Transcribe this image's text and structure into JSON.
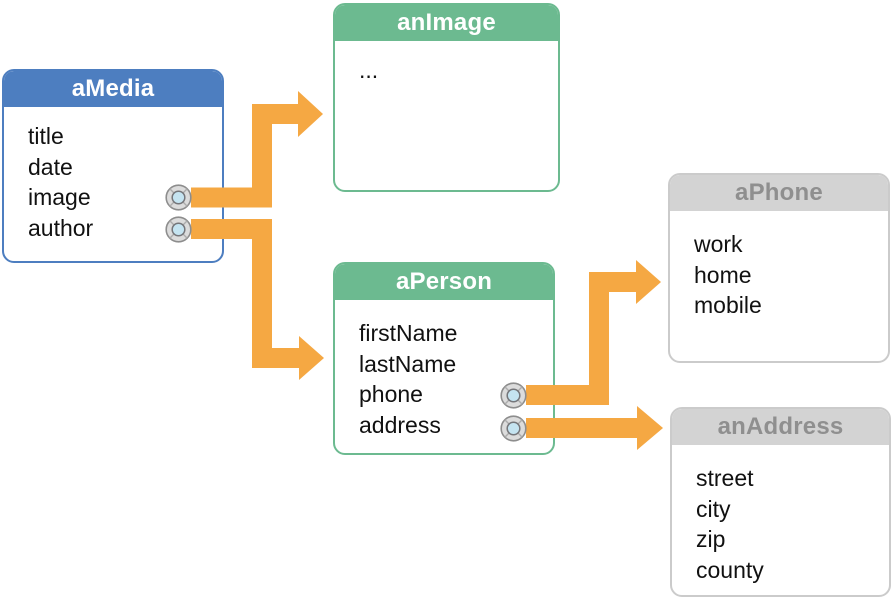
{
  "diagram": {
    "boxes": [
      {
        "id": "aMedia",
        "title": "aMedia",
        "theme": "blue",
        "fields": [
          "title",
          "date",
          "image",
          "author"
        ]
      },
      {
        "id": "anImage",
        "title": "anImage",
        "theme": "green",
        "fields": [
          "..."
        ]
      },
      {
        "id": "aPerson",
        "title": "aPerson",
        "theme": "green",
        "fields": [
          "firstName",
          "lastName",
          "phone",
          "address"
        ]
      },
      {
        "id": "aPhone",
        "title": "aPhone",
        "theme": "gray",
        "fields": [
          "work",
          "home",
          "mobile"
        ]
      },
      {
        "id": "anAddress",
        "title": "anAddress",
        "theme": "gray",
        "fields": [
          "street",
          "city",
          "zip",
          "county"
        ]
      }
    ],
    "connections": [
      {
        "from_box": "aMedia",
        "from_field": "image",
        "to_box": "anImage"
      },
      {
        "from_box": "aMedia",
        "from_field": "author",
        "to_box": "aPerson"
      },
      {
        "from_box": "aPerson",
        "from_field": "phone",
        "to_box": "aPhone"
      },
      {
        "from_box": "aPerson",
        "from_field": "address",
        "to_box": "anAddress"
      }
    ],
    "icons": {
      "connection_well": "lifebuoy-connection-well-icon"
    },
    "colors": {
      "blue_header": "#4D7EC0",
      "green_header": "#6CBA90",
      "gray_header": "#D3D3D3",
      "gray_header_text": "#8F8F8F",
      "arrow_orange": "#F5A843",
      "well_ring": "#DCDCDC",
      "well_center_blue": "#C5E4F1",
      "field_text": "#111111"
    }
  }
}
